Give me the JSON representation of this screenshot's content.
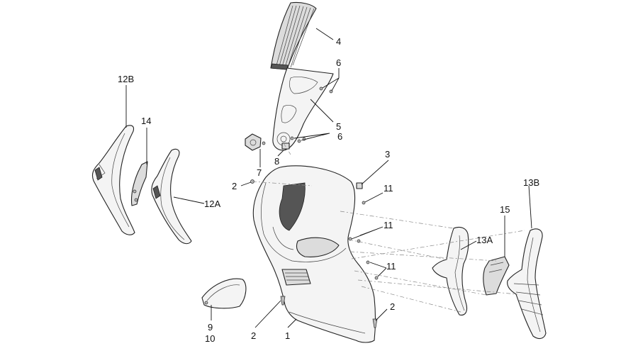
{
  "labels": {
    "l1": "1",
    "l2a": "2",
    "l2b": "2",
    "l2c": "2",
    "l3": "3",
    "l4": "4",
    "l5": "5",
    "l6a": "6",
    "l6b": "6",
    "l7": "7",
    "l8": "8",
    "l9": "9",
    "l10": "10",
    "l11a": "11",
    "l11b": "11",
    "l11c": "11",
    "l12a": "12A",
    "l12b": "12B",
    "l13a": "13A",
    "l13b": "13B",
    "l14": "14",
    "l15": "15"
  }
}
